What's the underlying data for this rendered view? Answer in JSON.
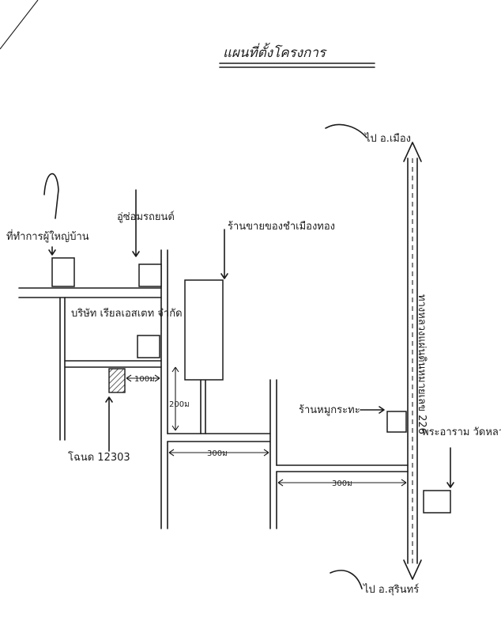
{
  "title": "แผนที่ตั้งโครงการ",
  "labels": {
    "top_dest": "ไป อ.เมือง",
    "bottom_dest": "ไป อ.สุรินทร์",
    "highway": "ทางหลวงแผ่นดินหมายเลข 226",
    "office": "ที่ทำการผู้ใหญ่บ้าน",
    "garage": "อู่ซ่อมรถยนต์",
    "shop_top": "ร้านขายของชำเมืองทอง",
    "company": "บริษัท เรียลเอสเตท จำกัด",
    "shop_mid": "ร้านหมูกระทะ",
    "temple": "พระอาราม วัดหลวง",
    "deed": "โฉนด 12303"
  },
  "distances": {
    "short": "100ม",
    "vertical": "200ม",
    "mid": "300ม",
    "right": "300ม"
  }
}
